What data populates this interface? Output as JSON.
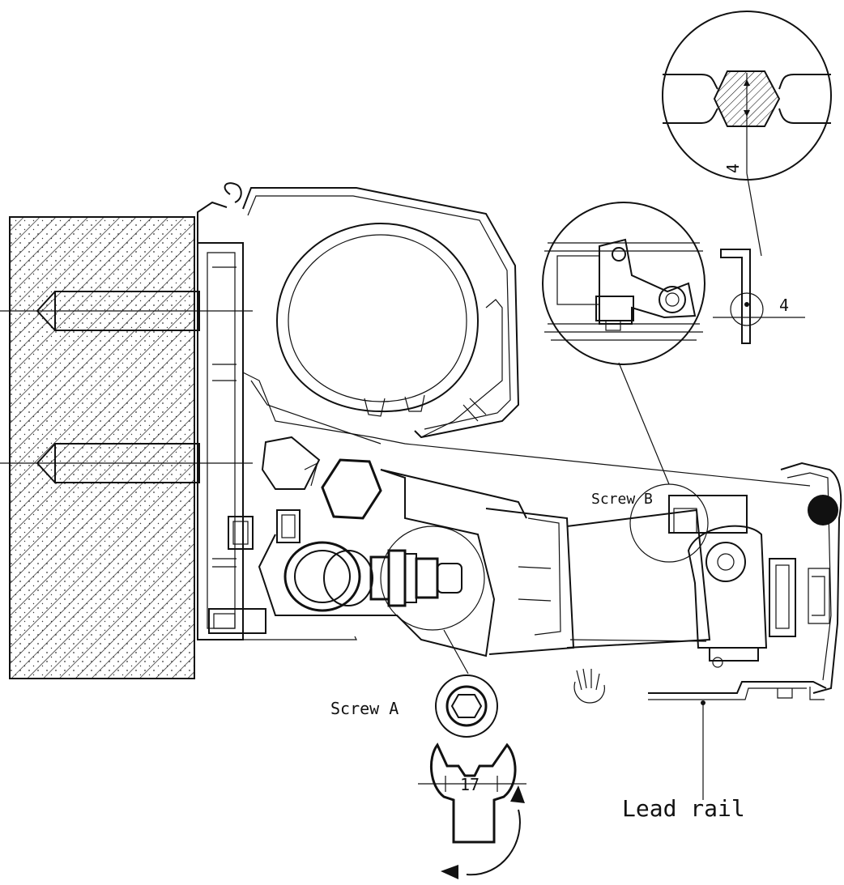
{
  "labels": {
    "screw_a": "Screw A",
    "screw_b": "Screw B",
    "lead_rail": "Lead rail",
    "wrench_size": "17",
    "hex_key_size": "4",
    "detail_dimension": "4"
  },
  "colors": {
    "ink": "#111111",
    "background": "#ffffff"
  }
}
